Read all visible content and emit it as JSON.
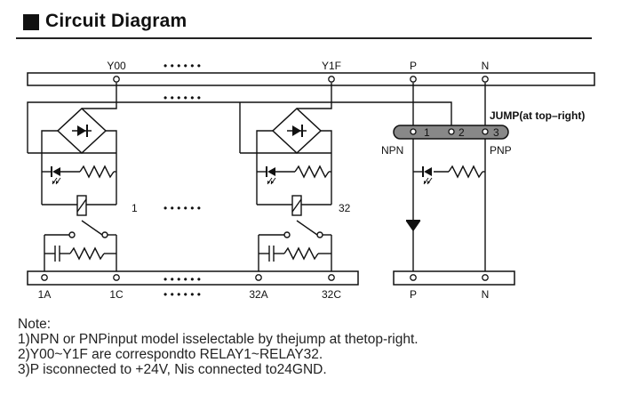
{
  "header": {
    "title": "Circuit Diagram"
  },
  "diagram": {
    "top_terminals": [
      "Y00",
      "Y1F",
      "P",
      "N"
    ],
    "bottom_terminals": [
      "1A",
      "1C",
      "32A",
      "32C",
      "P",
      "N"
    ],
    "relay_labels": [
      "1",
      "32"
    ],
    "ellipsis": "• • • • • •",
    "jump_label": "JUMP(at top–right)",
    "jump_pins": [
      "1",
      "2",
      "3"
    ],
    "npn_label": "NPN",
    "pnp_label": "PNP"
  },
  "notes": {
    "heading": "Note:",
    "lines": [
      "1)NPN or PNPinput model isselectable by thejump at thetop-right.",
      "2)Y00~Y1F are correspondto RELAY1~RELAY32.",
      "3)P isconnected to +24V, Nis connected to24GND."
    ]
  }
}
